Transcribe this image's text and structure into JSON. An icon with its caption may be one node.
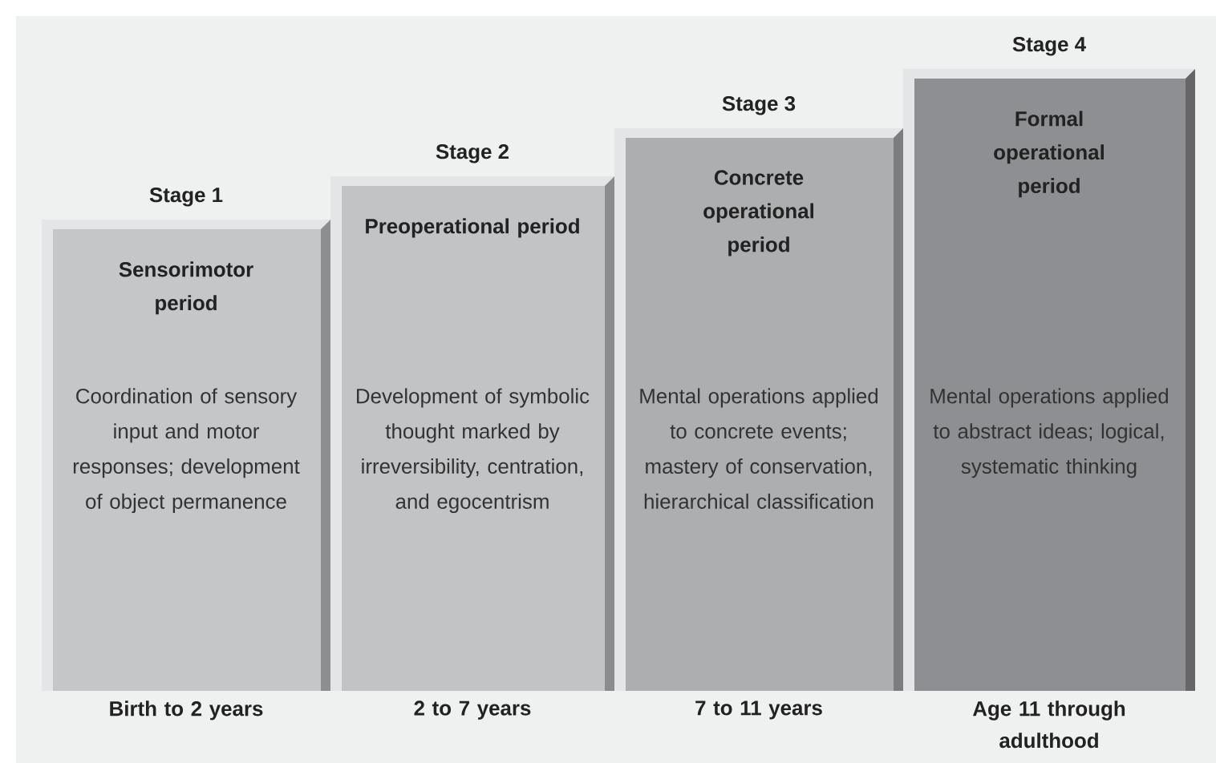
{
  "diagram": {
    "nodes": [
      {
        "text": [
          "Stage 1",
          "Sensorimotor period",
          "Coordination of sensory input and motor responses; development of object permanence"
        ],
        "beside": [
          "Birth to 2 years"
        ]
      },
      {
        "text": [
          "Stage 2",
          "Preoperational period",
          "Development of symbolic thought marked by irreversibility, centration, and egocentrism"
        ],
        "beside": [
          "2 to 7 years"
        ]
      },
      {
        "text": [
          "Stage 3",
          "Concrete operational period",
          "Mental operations applied to concrete events; mastery of conservation, hierarchical classification"
        ],
        "beside": [
          "7 to 11 years"
        ]
      },
      {
        "text": [
          "Stage 4",
          "Formal operational period",
          "Mental operations applied to abstract ideas; logical, systematic thinking"
        ],
        "beside": [
          "Age 11 through adulthood"
        ]
      }
    ]
  }
}
